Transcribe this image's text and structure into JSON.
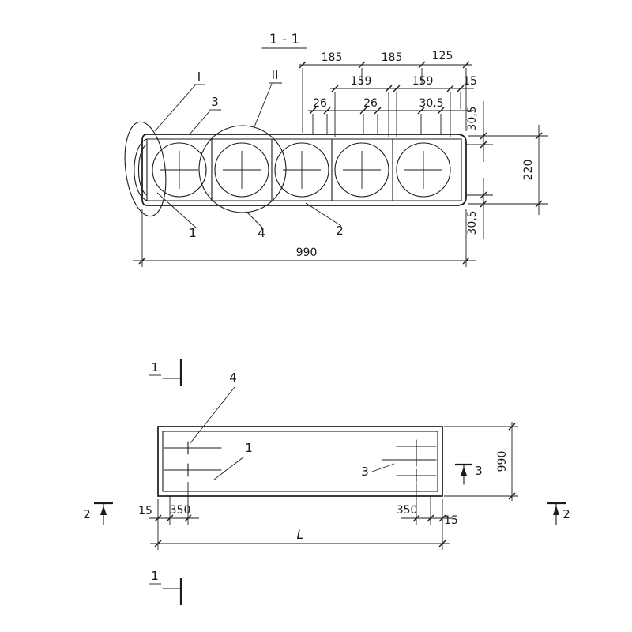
{
  "section": {
    "title": "1 - 1",
    "dims_row1": [
      "185",
      "185",
      "125"
    ],
    "dims_row2": [
      "159",
      "159",
      "15"
    ],
    "dims_row3": [
      "26",
      "26",
      "30,5"
    ],
    "dim_right_top": "30,5",
    "dim_right_height": "220",
    "dim_right_bottom": "30,5",
    "dim_width": "990",
    "callouts": {
      "roman_1": "I",
      "roman_2": "II",
      "item3": "3",
      "item1": "1",
      "item4": "4",
      "item2": "2"
    }
  },
  "plan": {
    "markers": {
      "cut1_top": "1",
      "cut1_bottom": "1",
      "cut2_left": "2",
      "cut2_right": "2",
      "cut3": "3"
    },
    "callouts": {
      "item4": "4",
      "item1": "1",
      "item3": "3"
    },
    "dims": {
      "end_left": "15",
      "inset_left": "350",
      "inset_right": "350",
      "end_right": "15",
      "length": "L",
      "width": "990"
    }
  }
}
